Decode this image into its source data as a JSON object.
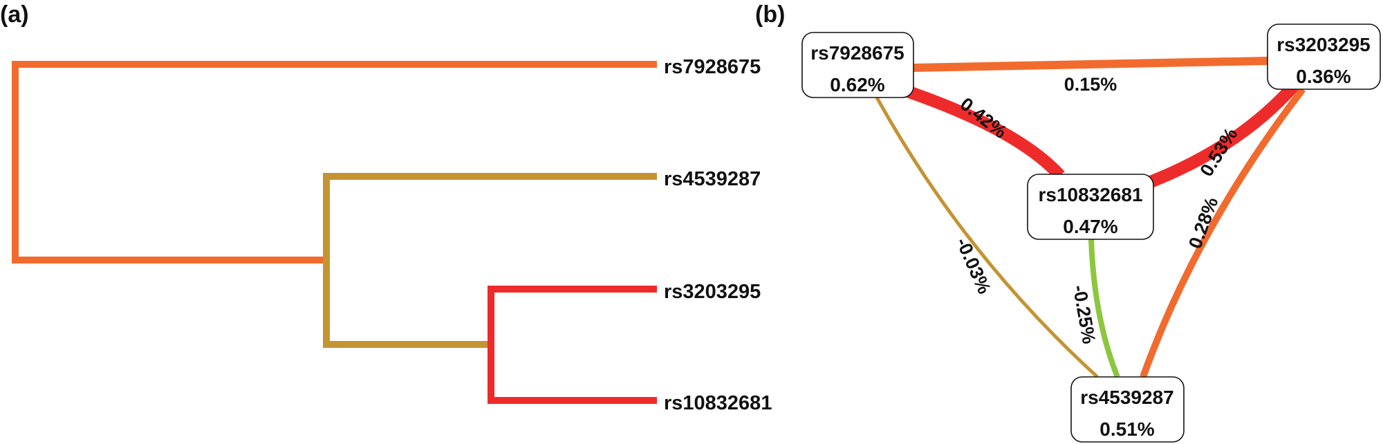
{
  "colors": {
    "orange": "#F26B2E",
    "tan": "#C49433",
    "red": "#EE2B2B",
    "green": "#8DC63F"
  },
  "panel_a": {
    "label": "(a)",
    "leaves": [
      {
        "name": "rs7928675",
        "color": "#F26B2E"
      },
      {
        "name": "rs4539287",
        "color": "#C49433"
      },
      {
        "name": "rs3203295",
        "color": "#EE2B2B"
      },
      {
        "name": "rs10832681",
        "color": "#EE2B2B"
      }
    ]
  },
  "panel_b": {
    "label": "(b)",
    "nodes": [
      {
        "name": "rs7928675",
        "value": "0.62%"
      },
      {
        "name": "rs3203295",
        "value": "0.36%"
      },
      {
        "name": "rs10832681",
        "value": "0.47%"
      },
      {
        "name": "rs4539287",
        "value": "0.51%"
      }
    ],
    "edges": [
      {
        "from": "rs7928675",
        "to": "rs3203295",
        "value": "0.15%",
        "color": "#F26B2E"
      },
      {
        "from": "rs7928675",
        "to": "rs10832681",
        "value": "0.42%",
        "color": "#EE2B2B"
      },
      {
        "from": "rs10832681",
        "to": "rs3203295",
        "value": "0.53%",
        "color": "#EE2B2B"
      },
      {
        "from": "rs7928675",
        "to": "rs4539287",
        "value": "-0.03%",
        "color": "#C49433"
      },
      {
        "from": "rs10832681",
        "to": "rs4539287",
        "value": "-0.25%",
        "color": "#8DC63F"
      },
      {
        "from": "rs3203295",
        "to": "rs4539287",
        "value": "0.28%",
        "color": "#F26B2E"
      }
    ]
  }
}
